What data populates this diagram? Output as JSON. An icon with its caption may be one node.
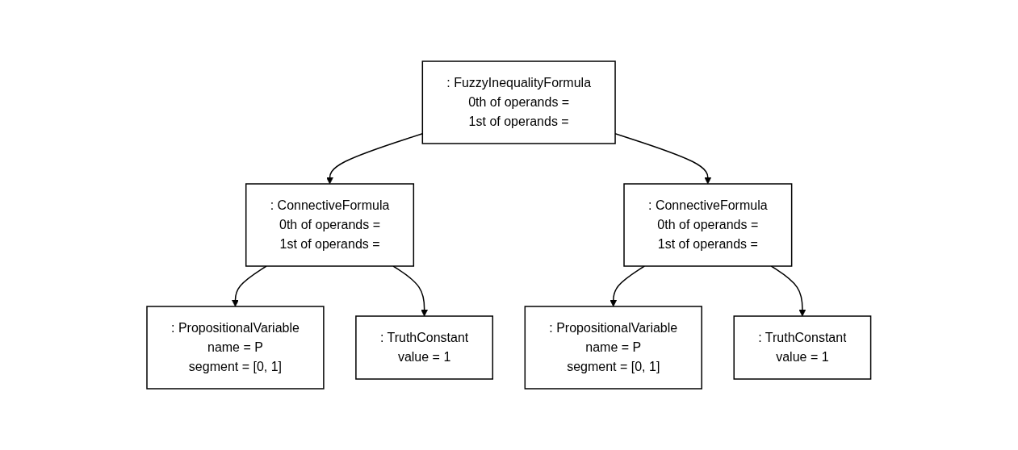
{
  "diagram": {
    "nodes": [
      {
        "text": [
          ": FuzzyInequalityFormula",
          "0th of operands =",
          "1st of operands ="
        ]
      },
      {
        "text": [
          ": ConnectiveFormula",
          "0th of operands =",
          "1st of operands ="
        ]
      },
      {
        "text": [
          ": ConnectiveFormula",
          "0th of operands =",
          "1st of operands ="
        ]
      },
      {
        "text": [
          ": PropositionalVariable",
          "name = P",
          "segment = [0, 1]"
        ]
      },
      {
        "text": [
          ": TruthConstant",
          "value = 1"
        ]
      },
      {
        "text": [
          ": PropositionalVariable",
          "name = P",
          "segment = [0, 1]"
        ]
      },
      {
        "text": [
          ": TruthConstant",
          "value = 1"
        ]
      }
    ],
    "edges": [
      {
        "from": 0,
        "to": 1,
        "arrow": "to"
      },
      {
        "from": 0,
        "to": 2,
        "arrow": "to"
      },
      {
        "from": 1,
        "to": 3,
        "arrow": "to"
      },
      {
        "from": 1,
        "to": 4,
        "arrow": "to"
      },
      {
        "from": 2,
        "to": 5,
        "arrow": "to"
      },
      {
        "from": 2,
        "to": 6,
        "arrow": "to"
      }
    ]
  }
}
